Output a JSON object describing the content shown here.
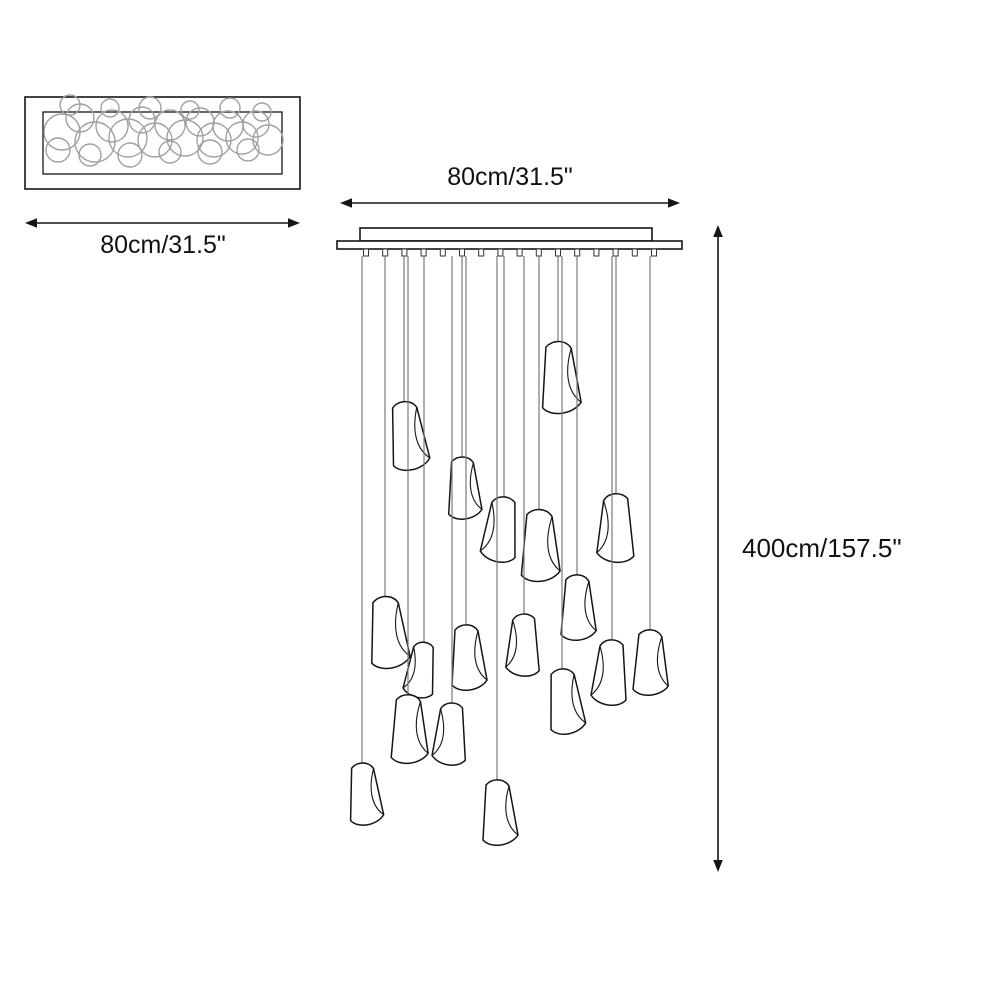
{
  "diagram": {
    "top_view": {
      "width_label": "80cm/31.5\""
    },
    "front_view": {
      "width_label": "80cm/31.5\"",
      "height_label": "400cm/157.5\""
    },
    "pendant_count": 18,
    "colors": {
      "line": "#151515",
      "cord": "#7a7a7a",
      "scribble": "#a0a0a0"
    }
  }
}
